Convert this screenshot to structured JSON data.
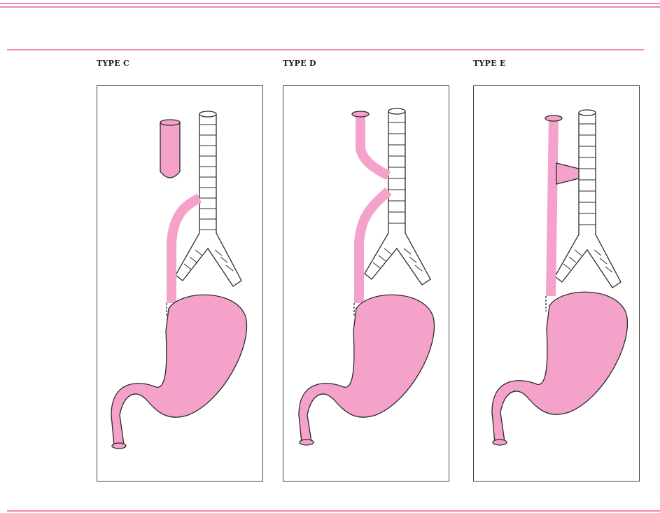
{
  "panels": [
    {
      "label": "TYPE C"
    },
    {
      "label": "TYPE D"
    },
    {
      "label": "TYPE E"
    }
  ],
  "colors": {
    "esophagus_stomach": "#f4a2c9",
    "rules": "#ee86b8",
    "outline": "#2a2a2a"
  }
}
